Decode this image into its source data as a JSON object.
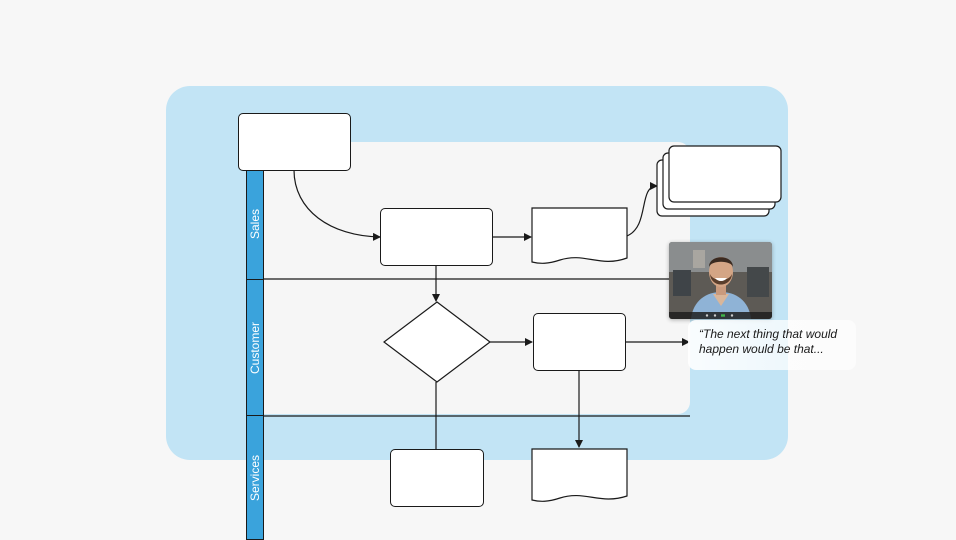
{
  "lanes": {
    "sales": "Sales",
    "customer": "Customer",
    "services": "Services"
  },
  "video_call": {
    "participant_icon": "person-video-feed",
    "caption": "“The next thing that would happen would be that..."
  },
  "colors": {
    "page_background": "#f7f7f7",
    "blue_panel": "#c2e4f5",
    "lane_header": "#3aa3dc",
    "line": "#1a1a1a"
  }
}
